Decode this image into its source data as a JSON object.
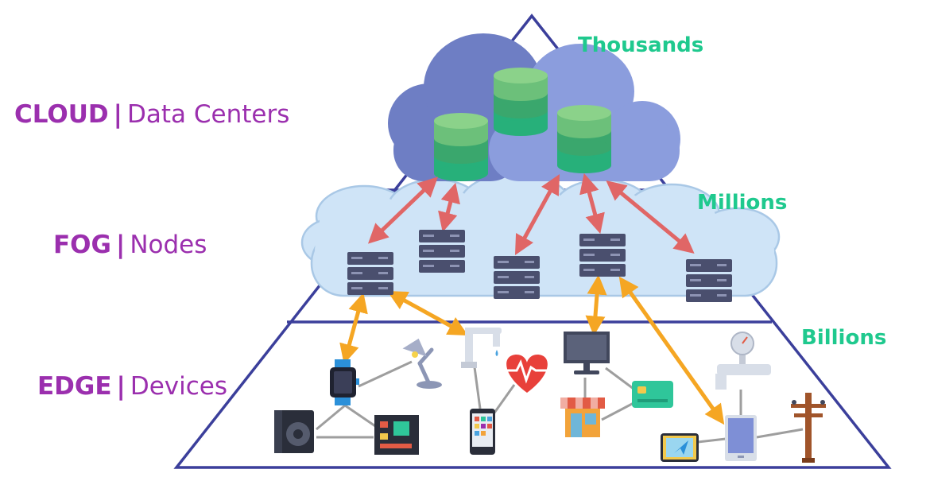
{
  "tiers": [
    {
      "id": "cloud",
      "name": "CLOUD",
      "separator": "|",
      "description": "Data Centers",
      "count": "Thousands"
    },
    {
      "id": "fog",
      "name": "FOG",
      "separator": "|",
      "description": "Nodes",
      "count": "Millions"
    },
    {
      "id": "edge",
      "name": "EDGE",
      "separator": "|",
      "description": "Devices",
      "count": "Billions"
    }
  ],
  "colors": {
    "label": "#9b2fae",
    "count": "#1fc98e",
    "pyramid": "#3b3f9b",
    "cloud_tier": "#7b8bd4",
    "fog_tier": "#cfe4f7",
    "cloud_fog_link": "#e06666",
    "fog_edge_link": "#f5a623",
    "device_link": "#9e9e9e",
    "database": "#27b07a",
    "server": "#4a4f6e"
  },
  "icons": {
    "cloud_tier": [
      "database-icon",
      "database-icon",
      "database-icon"
    ],
    "fog_tier": [
      "server-icon",
      "server-icon",
      "server-icon",
      "server-icon",
      "server-icon"
    ],
    "edge_tier": [
      "smartwatch-icon",
      "desk-lamp-icon",
      "faucet-icon",
      "heart-rate-icon",
      "monitor-icon",
      "credit-card-icon",
      "storefront-icon",
      "speaker-icon",
      "circuit-board-icon",
      "smartphone-icon",
      "gps-tablet-icon",
      "pressure-gauge-icon",
      "tablet-icon",
      "utility-pole-icon"
    ]
  }
}
